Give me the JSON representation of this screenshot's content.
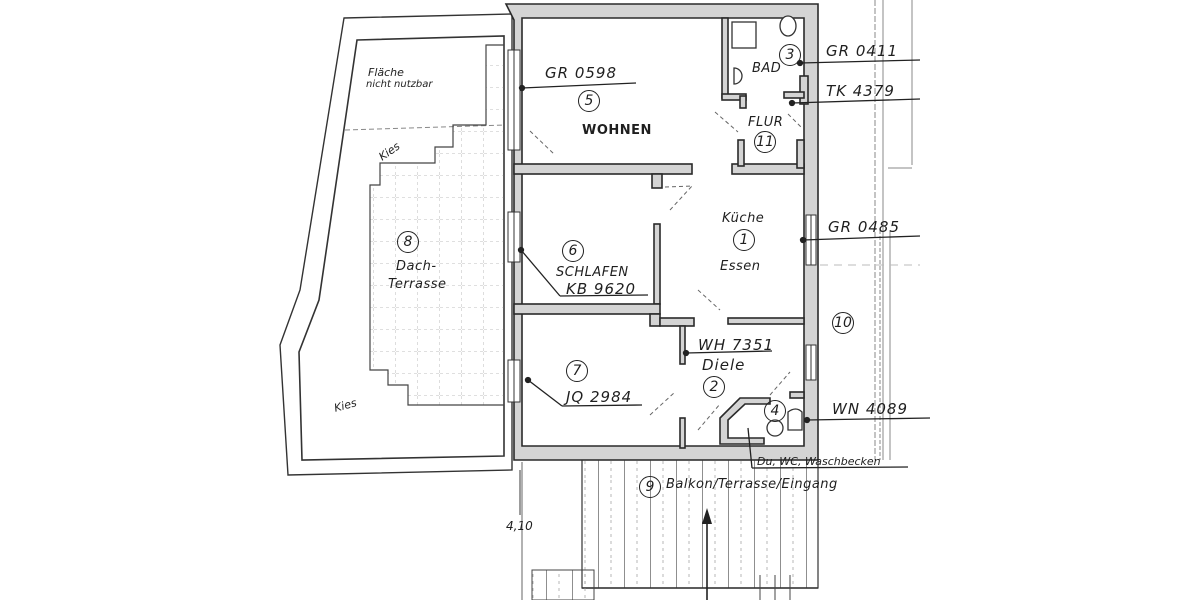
{
  "drawing": {
    "type": "floor-plan",
    "colors": {
      "wall_fill": "#d4d4d4",
      "line": "#2a2a2a",
      "paper": "#ffffff",
      "hatch": "#9a9a9a"
    }
  },
  "rooms": [
    {
      "number": "1",
      "name": "Küche",
      "subname": "Essen"
    },
    {
      "number": "2",
      "name": "Diele"
    },
    {
      "number": "3",
      "name": "BAD"
    },
    {
      "number": "4",
      "name": "Du, WC, Waschbecken"
    },
    {
      "number": "5",
      "name": "WOHNEN"
    },
    {
      "number": "6",
      "name": "SCHLAFEN"
    },
    {
      "number": "7",
      "name": ""
    },
    {
      "number": "8",
      "name": "Dach-",
      "name2": "Terrasse"
    },
    {
      "number": "9",
      "name": "Balkon/Terrasse/Eingang"
    },
    {
      "number": "10",
      "name": ""
    },
    {
      "number": "11",
      "name": "FLUR"
    }
  ],
  "codes": {
    "wohnen": "GR 0598",
    "bad": "GR 0411",
    "flur": "TK 4379",
    "kueche": "GR 0485",
    "schlafen": "KB 9620",
    "diele": "WH 7351",
    "room7": "JQ 2984",
    "dusche": "WN 4089"
  },
  "notes": {
    "unusable": "Fläche",
    "unusable2": "nicht nutzbar",
    "gravel_top": "Kies",
    "gravel_bottom": "Kies",
    "dimension": "4,10",
    "dusche_label": "Du, WC, Waschbecken",
    "balcony": "Balkon/Terrasse/Eingang"
  }
}
